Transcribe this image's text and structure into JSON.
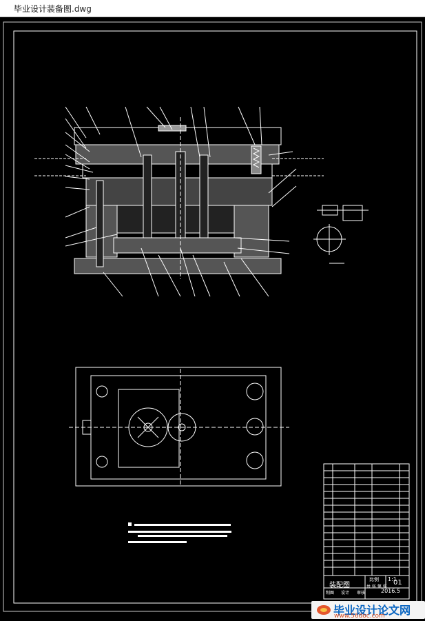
{
  "window": {
    "title": "毕业设计装备图.dwg"
  },
  "drawing": {
    "background": "#000000",
    "line_color": "#ffffff",
    "title_block": {
      "drawing_name": "装配图",
      "scale_label": "比例",
      "scale": "1:1",
      "sheet_code": "01",
      "sheet_info": "共 张 第 张",
      "row_labels": [
        "制图",
        "设计",
        "审核"
      ],
      "date": "2016.5"
    }
  },
  "watermark": {
    "text": "毕业设计论文网",
    "url": "www.56doc.com"
  }
}
